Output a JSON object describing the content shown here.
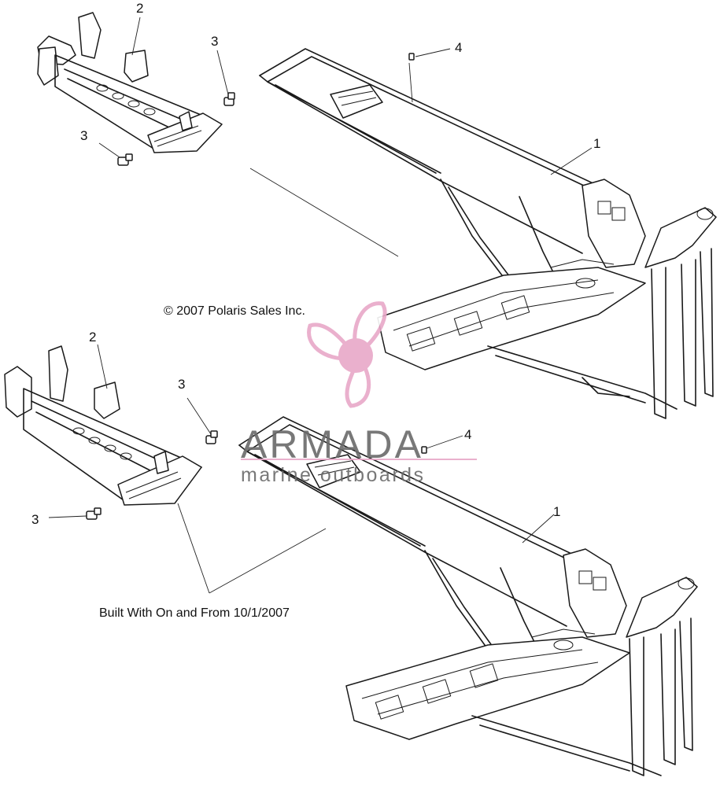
{
  "copyright": "© 2007 Polaris Sales Inc.",
  "built_note": "Built With On and From 10/1/2007",
  "callouts_top": {
    "c1": "1",
    "c2": "2",
    "c3a": "3",
    "c3b": "3",
    "c4": "4"
  },
  "callouts_bottom": {
    "c1": "1",
    "c2": "2",
    "c3a": "3",
    "c3b": "3",
    "c4": "4"
  },
  "watermark": {
    "brand": "ARMADA",
    "tagline": "marine outboards",
    "logo_icon": "propeller-icon",
    "accent_color": "#e8a8c8",
    "brand_color": "#6a6a6a"
  }
}
